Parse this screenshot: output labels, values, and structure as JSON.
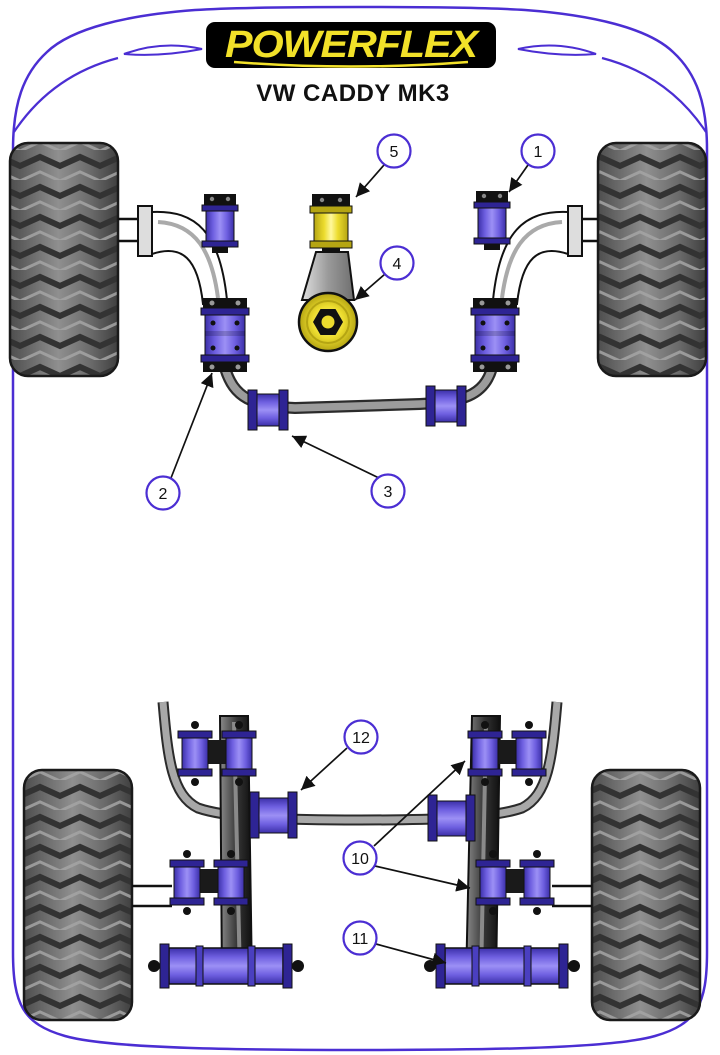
{
  "logo": {
    "brand": "POWERFLEX"
  },
  "title": {
    "model": "VW CADDY MK3"
  },
  "callouts": {
    "no1": "1",
    "no2": "2",
    "no3": "3",
    "no4": "4",
    "no5": "5",
    "no10": "10",
    "no11": "11",
    "no12": "12"
  },
  "colors": {
    "outline": "#4B2ED3",
    "bush_purple": "#5B4FD8",
    "bush_purple_dark": "#2E2494",
    "accent_yellow": "#ECDC2E",
    "logo_bg": "#000000",
    "logo_text": "#F2E129",
    "tire_gray": "#6E6E6E",
    "text": "#111111"
  }
}
